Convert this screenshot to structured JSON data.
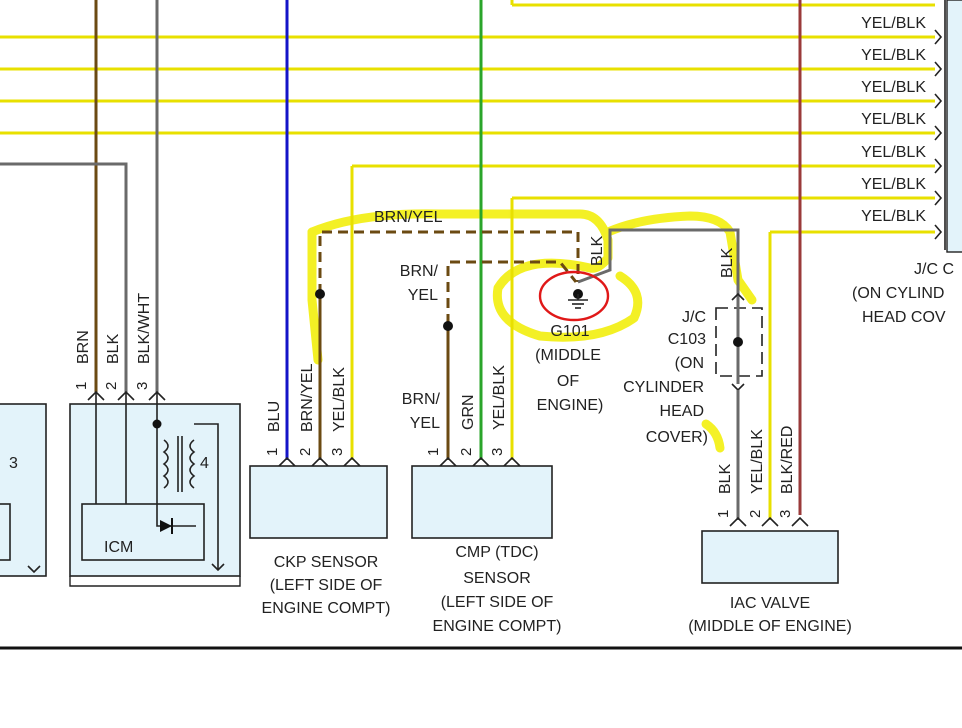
{
  "colors": {
    "yellow": "#e8e000",
    "brown": "#6b4a12",
    "gray": "#6a6a6a",
    "blue": "#1414c8",
    "green": "#2aa52a",
    "red": "#9a3a3a",
    "component_fill": "#e3f3fa",
    "highlight": "#f2ee00",
    "circle": "#e01818"
  },
  "right_labels": [
    "YEL/BLK",
    "YEL/BLK",
    "YEL/BLK",
    "YEL/BLK",
    "YEL/BLK",
    "YEL/BLK",
    "YEL/BLK"
  ],
  "jc_c_right": {
    "line1": "J/C C",
    "line2": "(ON CYLIND",
    "line3": "HEAD COV"
  },
  "icm": {
    "wires": [
      "BRN",
      "BLK",
      "BLK/WHT"
    ],
    "pins": [
      "1",
      "2",
      "3"
    ],
    "label": "ICM",
    "pin4": "4"
  },
  "left_box_pin": "3",
  "ckp": {
    "wires": [
      "BLU",
      "BRN/YEL",
      "YEL/BLK"
    ],
    "pins": [
      "1",
      "2",
      "3"
    ],
    "label": {
      "line1": "CKP SENSOR",
      "line2": "(LEFT SIDE OF",
      "line3": "ENGINE COMPT)"
    }
  },
  "brn_yel_top": "BRN/YEL",
  "brn_yel_side": {
    "line1": "BRN/",
    "line2": "YEL"
  },
  "cmp": {
    "wire1": {
      "line1": "BRN/",
      "line2": "YEL"
    },
    "wires": [
      "GRN",
      "YEL/BLK"
    ],
    "pins": [
      "1",
      "2",
      "3"
    ],
    "label": {
      "line1": "CMP (TDC)",
      "line2": "SENSOR",
      "line3": "(LEFT SIDE OF",
      "line4": "ENGINE COMPT)"
    }
  },
  "g101": {
    "blk_wire": "BLK",
    "label": {
      "line1": "G101",
      "line2": "(MIDDLE",
      "line3": "OF",
      "line4": "ENGINE)"
    }
  },
  "jc_c103": {
    "blk_top": "BLK",
    "label": {
      "line1": "J/C",
      "line2": "C103",
      "line3": "(ON",
      "line4": "CYLINDER",
      "line5": "HEAD",
      "line6": "COVER)"
    }
  },
  "iac": {
    "wires": [
      "BLK",
      "YEL/BLK",
      "BLK/RED"
    ],
    "pins": [
      "1",
      "2",
      "3"
    ],
    "label": {
      "line1": "IAC VALVE",
      "line2": "(MIDDLE OF ENGINE)"
    }
  }
}
